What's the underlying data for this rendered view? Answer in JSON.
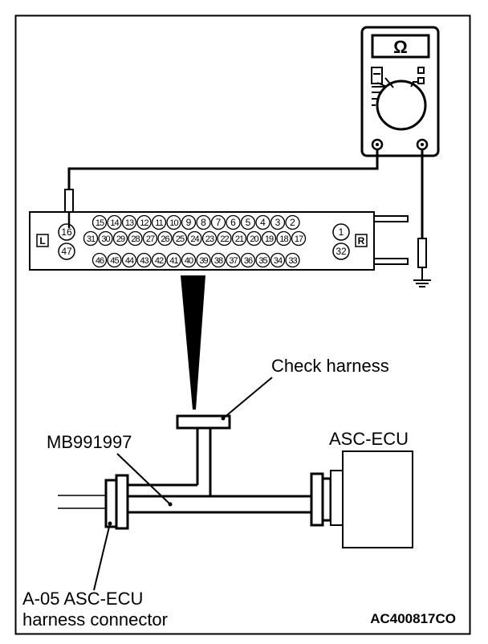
{
  "labels": {
    "check_harness": "Check harness",
    "mb_part": "MB991997",
    "asc_ecu": "ASC-ECU",
    "connector_line1": "A-05 ASC-ECU",
    "connector_line2": "harness connector",
    "figure_code": "AC400817CO"
  },
  "meter": {
    "symbol": "Ω"
  },
  "connector": {
    "left_marker": "L",
    "right_marker": "R",
    "row1_pins": [
      "15",
      "14",
      "13",
      "12",
      "11",
      "10",
      "9",
      "8",
      "7",
      "6",
      "5",
      "4",
      "3",
      "2"
    ],
    "row2_pins": [
      "31",
      "30",
      "29",
      "28",
      "27",
      "26",
      "25",
      "24",
      "23",
      "22",
      "21",
      "20",
      "19",
      "18",
      "17"
    ],
    "row3_pins": [
      "46",
      "45",
      "44",
      "43",
      "42",
      "41",
      "40",
      "39",
      "38",
      "37",
      "36",
      "35",
      "34",
      "33"
    ],
    "side_pins": {
      "left_top": "16",
      "left_bottom": "47",
      "right_top": "1",
      "right_bottom": "32"
    }
  }
}
